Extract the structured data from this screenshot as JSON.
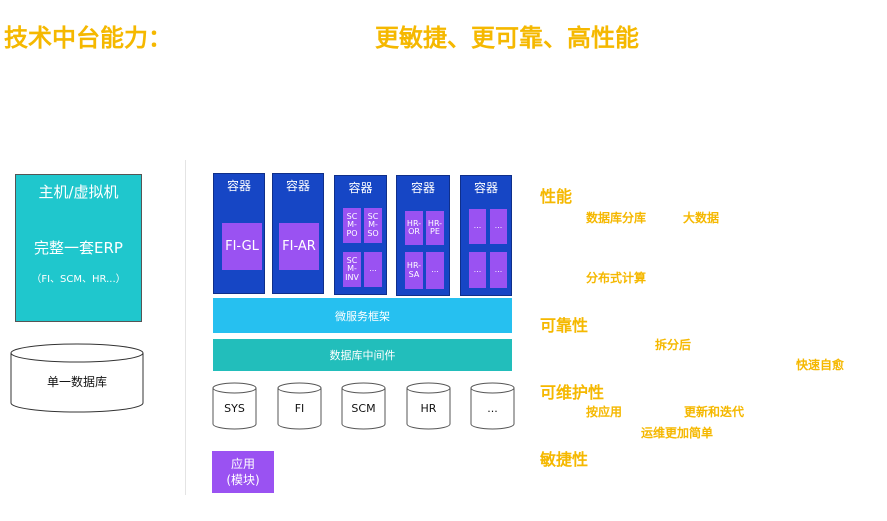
{
  "header": {
    "title_left": "技术中台能力：",
    "title_right": "更敏捷、更可靠、高性能"
  },
  "left": {
    "host_line1": "主机/虚拟机",
    "host_line2": "完整一套ERP",
    "host_line3": "（FI、SCM、HR...）",
    "database": "单一数据库"
  },
  "containers": [
    {
      "title": "容器",
      "modules": [
        "FI-GL"
      ]
    },
    {
      "title": "容器",
      "modules": [
        "FI-AR"
      ]
    },
    {
      "title": "容器",
      "modules": [
        "SC M-PO",
        "SC M-SO",
        "SC M-INV",
        "..."
      ]
    },
    {
      "title": "容器",
      "modules": [
        "HR-OR",
        "HR-PE",
        "HR-SA",
        "..."
      ]
    },
    {
      "title": "容器",
      "modules": [
        "...",
        "...",
        "...",
        "..."
      ]
    }
  ],
  "bands": {
    "microservice": "微服务框架",
    "db_middleware": "数据库中间件"
  },
  "databases": [
    "SYS",
    "FI",
    "SCM",
    "HR",
    "..."
  ],
  "app": {
    "line1": "应用",
    "line2": "(模块)"
  },
  "features": {
    "performance": "性能",
    "db_sharding": "数据库分库",
    "big_data": "大数据",
    "distributed": "分布式计算",
    "reliability": "可靠性",
    "after_split": "拆分后",
    "self_heal": "快速自愈",
    "maintainability": "可维护性",
    "per_app": "按应用",
    "update_iterate": "更新和迭代",
    "ops_simpler": "运维更加简单",
    "agility": "敏捷性"
  },
  "colors": {
    "accent": "#f5b800",
    "container": "#1646c5",
    "module": "#9a52f2",
    "microservice": "#26c0f0",
    "db_middleware": "#22bebb",
    "host": "#1fc7cd"
  }
}
